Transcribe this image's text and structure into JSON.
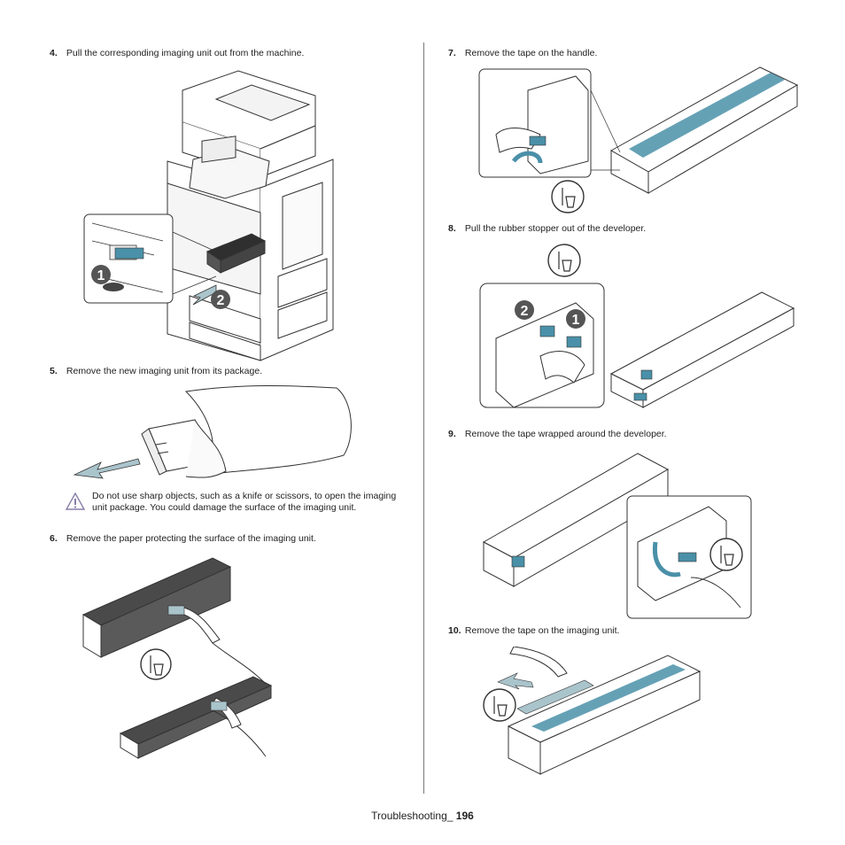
{
  "steps": [
    {
      "num": "4.",
      "text": "Pull the corresponding imaging unit out from the machine."
    },
    {
      "num": "5.",
      "text": "Remove the new imaging unit from its package."
    },
    {
      "num": "6.",
      "text": "Remove the paper protecting the surface of the imaging unit."
    },
    {
      "num": "7.",
      "text": "Remove the tape on the handle."
    },
    {
      "num": "8.",
      "text": "Pull the rubber stopper out of the developer."
    },
    {
      "num": "9.",
      "text": "Remove the tape wrapped around the developer."
    },
    {
      "num": "10.",
      "text": "Remove the tape on the imaging unit."
    }
  ],
  "warning": {
    "text": "Do not use sharp objects, such as a knife or scissors, to open the imaging unit package. You could damage the surface of the imaging unit.",
    "icon": "warning-triangle-icon"
  },
  "callouts": {
    "one": "1",
    "two": "2"
  },
  "footer": {
    "section": "Troubleshooting_",
    "page": "196"
  },
  "colors": {
    "accent": "#4a90a8",
    "line": "#333333",
    "callout": "#555555"
  }
}
